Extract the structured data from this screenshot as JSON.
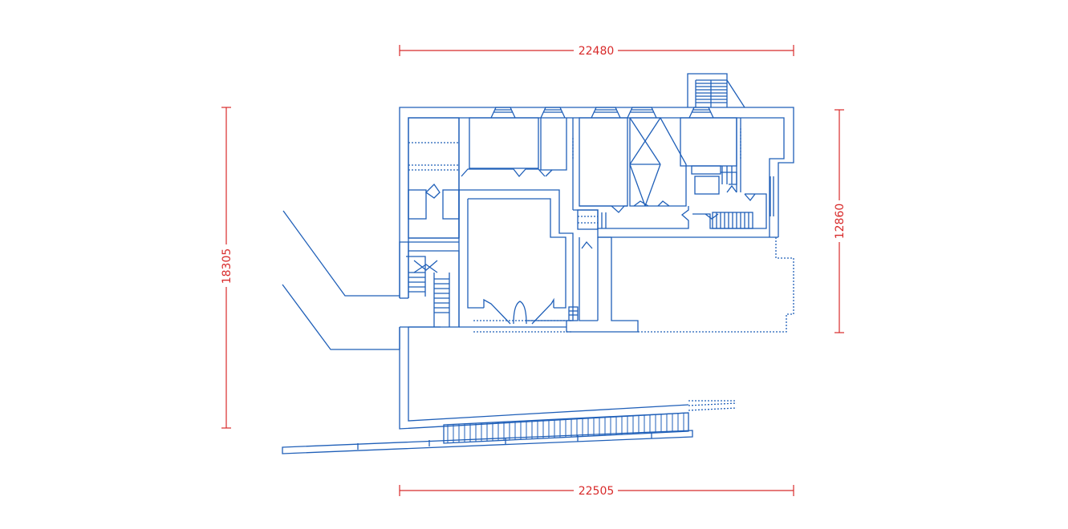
{
  "colors": {
    "plan": "#1f5fb8",
    "dimension": "#d82a2a",
    "background": "#ffffff"
  },
  "dimensions": {
    "top_width": "22480",
    "bottom_width": "22505",
    "left_height": "18305",
    "right_height": "12860"
  }
}
